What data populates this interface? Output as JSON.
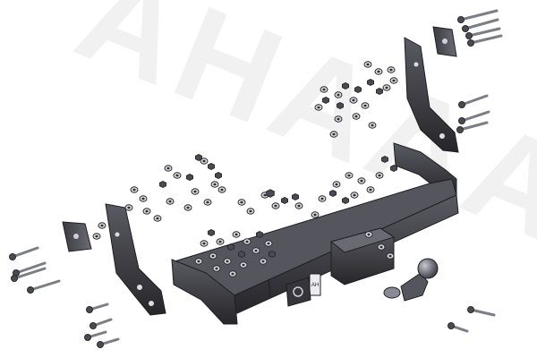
{
  "watermark": {
    "text": "AHAAA",
    "color": "#efefef"
  },
  "colors": {
    "metal_dark": "#2b2b2f",
    "metal_mid": "#4a4a52",
    "metal_light": "#7d7d86",
    "washer_fill": "#d9d9de",
    "background": "#ffffff"
  },
  "product": {
    "type": "tow-bar-kit-exploded-view",
    "plate_label": "AH"
  }
}
